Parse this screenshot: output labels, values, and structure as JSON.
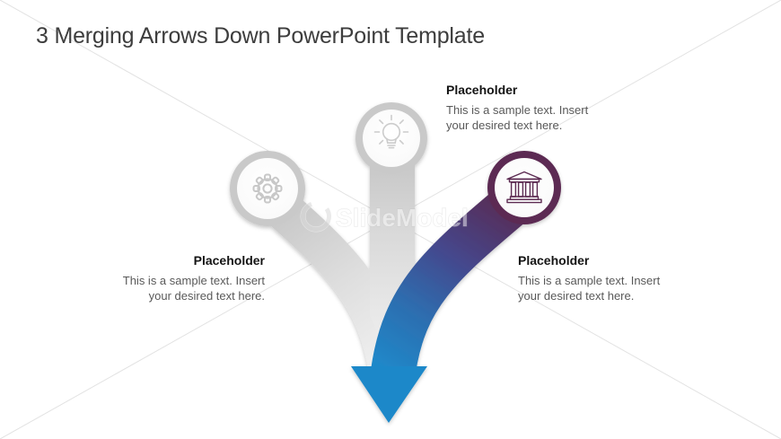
{
  "slide": {
    "title": "3 Merging Arrows Down PowerPoint Template",
    "watermark": {
      "brand": "SlideModel"
    },
    "items": [
      {
        "id": "left",
        "icon": "gear-icon",
        "heading": "Placeholder",
        "body": "This is a sample text. Insert\nyour desired text here."
      },
      {
        "id": "middle",
        "icon": "lightbulb-icon",
        "heading": "Placeholder",
        "body": "This is a sample text. Insert\nyour desired text here."
      },
      {
        "id": "right",
        "icon": "bank-icon",
        "heading": "Placeholder",
        "body": "This is a sample text. Insert\nyour desired text here."
      }
    ],
    "colors": {
      "accent_blue": "#1f88c9",
      "accent_purple": "#5c2b52",
      "neutral_gray": "#c9c9c9",
      "title_text": "#3d3d3d",
      "body_text": "#595959"
    }
  }
}
